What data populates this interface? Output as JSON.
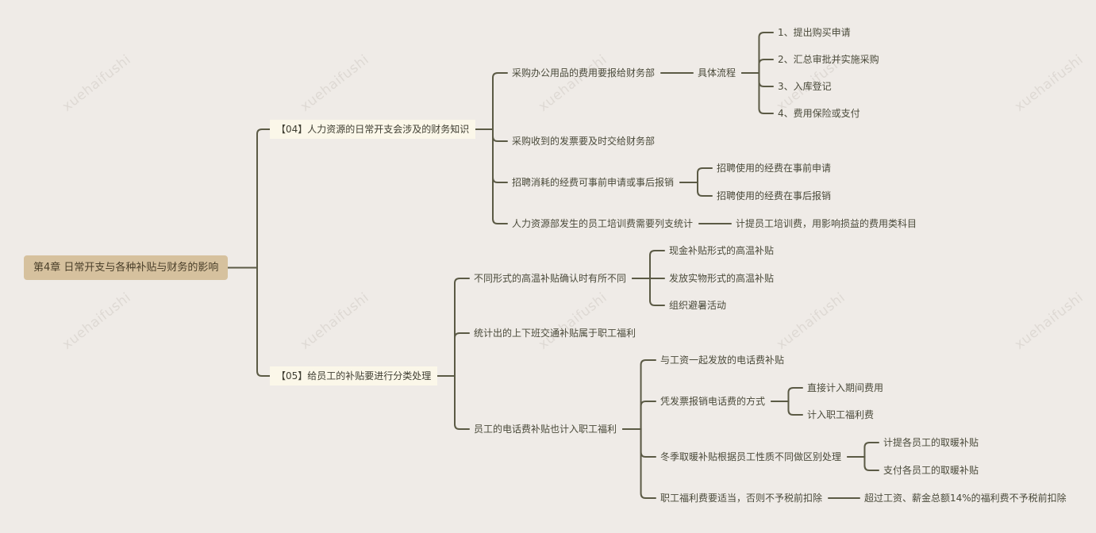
{
  "root": "第4章 日常开支与各种补贴与财务的影响",
  "branches": [
    {
      "label": "【04】人力资源的日常开支会涉及的财务知识",
      "children": [
        {
          "label": "采购办公用品的费用要报给财务部",
          "children": [
            {
              "label": "具体流程",
              "children": [
                {
                  "label": "1、提出购买申请"
                },
                {
                  "label": "2、汇总审批并实施采购"
                },
                {
                  "label": "3、入库登记"
                },
                {
                  "label": "4、费用保险或支付"
                }
              ]
            }
          ]
        },
        {
          "label": "采购收到的发票要及时交给财务部"
        },
        {
          "label": "招聘消耗的经费可事前申请或事后报销",
          "children": [
            {
              "label": "招聘使用的经费在事前申请"
            },
            {
              "label": "招聘使用的经费在事后报销"
            }
          ]
        },
        {
          "label": "人力资源部发生的员工培训费需要列支统计",
          "children": [
            {
              "label": "计提员工培训费，用影响损益的费用类科目"
            }
          ]
        }
      ]
    },
    {
      "label": "【05】给员工的补贴要进行分类处理",
      "children": [
        {
          "label": "不同形式的高温补贴确认时有所不同",
          "children": [
            {
              "label": "现金补贴形式的高温补贴"
            },
            {
              "label": "发放实物形式的高温补贴"
            },
            {
              "label": "组织避暑活动"
            }
          ]
        },
        {
          "label": "统计出的上下班交通补贴属于职工福利"
        },
        {
          "label": "员工的电话费补贴也计入职工福利",
          "children": [
            {
              "label": "与工资一起发放的电话费补贴"
            },
            {
              "label": "凭发票报销电话费的方式",
              "children": [
                {
                  "label": "直接计入期间费用"
                },
                {
                  "label": "计入职工福利费"
                }
              ]
            },
            {
              "label": "冬季取暖补贴根据员工性质不同做区别处理",
              "children": [
                {
                  "label": "计提各员工的取暖补贴"
                },
                {
                  "label": "支付各员工的取暖补贴"
                }
              ]
            },
            {
              "label": "职工福利费要适当，否则不予税前扣除",
              "children": [
                {
                  "label": "超过工资、薪金总额14%的福利费不予税前扣除"
                }
              ]
            }
          ]
        }
      ]
    }
  ],
  "watermark": "xuehaifushi",
  "colors": {
    "background": "#efebe7",
    "root": "#d6c19e",
    "level1": "#fbf7e9",
    "line": "#5b5a45"
  }
}
